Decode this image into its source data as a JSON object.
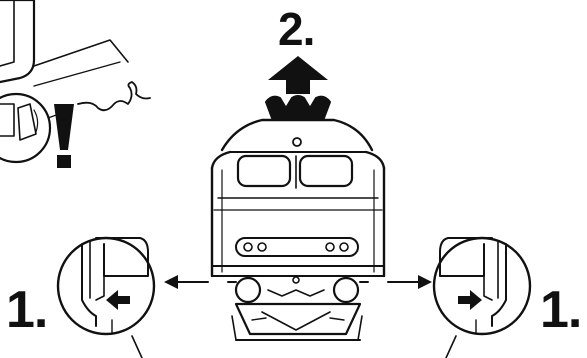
{
  "steps": {
    "up": "2.",
    "left": "1.",
    "right": "1."
  },
  "icons": {
    "warning": "exclamation-mark-icon",
    "lift_up": "up-arrow-icon",
    "release_left": "left-arrow-icon",
    "release_right": "right-arrow-icon"
  },
  "colors": {
    "ink": "#111111",
    "paper": "#ffffff"
  }
}
